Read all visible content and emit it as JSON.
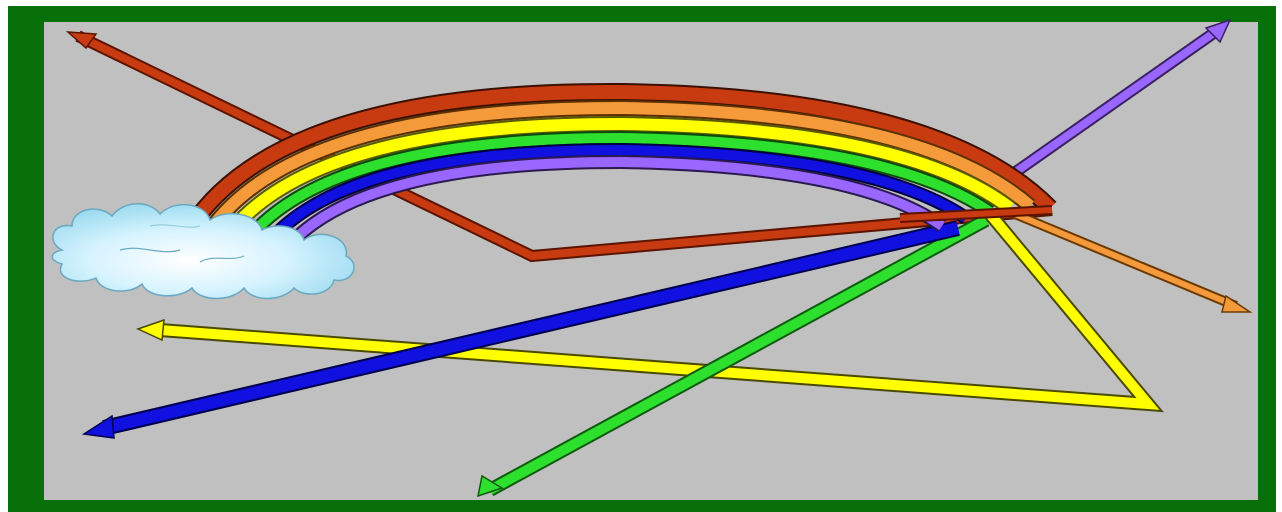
{
  "slide": {
    "top_text_fragment": "",
    "frame_color": "#087008",
    "background_color": "#c0c0c0"
  },
  "rainbow": {
    "bands": [
      {
        "name": "red",
        "color": "#c83a10"
      },
      {
        "name": "orange",
        "color": "#f59a3a"
      },
      {
        "name": "yellow",
        "color": "#ffff00"
      },
      {
        "name": "green",
        "color": "#2ee02e"
      },
      {
        "name": "blue",
        "color": "#1010e0"
      },
      {
        "name": "violet",
        "color": "#9966ff"
      }
    ]
  },
  "light_rays": [
    {
      "name": "red",
      "color": "#c83a10"
    },
    {
      "name": "orange",
      "color": "#f59a3a"
    },
    {
      "name": "yellow",
      "color": "#ffff00"
    },
    {
      "name": "green",
      "color": "#2ee02e"
    },
    {
      "name": "blue",
      "color": "#1010e0"
    },
    {
      "name": "violet",
      "color": "#9966ff"
    }
  ],
  "cloud": {
    "icon": "cloud-icon",
    "color": "#cceeff"
  }
}
